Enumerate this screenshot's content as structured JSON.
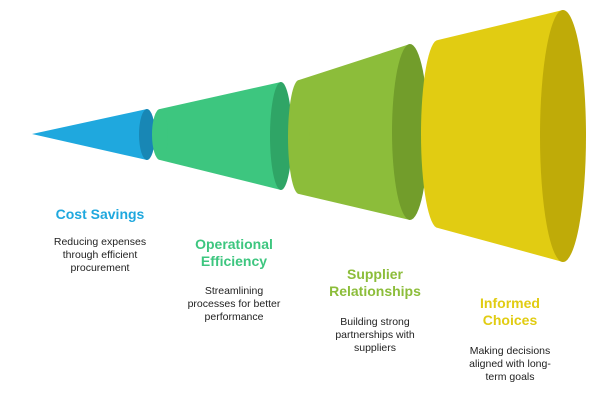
{
  "stages": [
    {
      "title_lines": [
        "Cost Savings"
      ],
      "desc_lines": [
        "Reducing expenses",
        "through efficient",
        "procurement"
      ],
      "color": "#1fa8de",
      "color_dark": "#1887b5"
    },
    {
      "title_lines": [
        "Operational",
        "Efficiency"
      ],
      "desc_lines": [
        "Streamlining",
        "processes for better",
        "performance"
      ],
      "color": "#3dc67f",
      "color_dark": "#2fa566"
    },
    {
      "title_lines": [
        "Supplier",
        "Relationships"
      ],
      "desc_lines": [
        "Building strong",
        "partnerships with",
        "suppliers"
      ],
      "color": "#8cbd3a",
      "color_dark": "#729d2b"
    },
    {
      "title_lines": [
        "Informed",
        "Choices"
      ],
      "desc_lines": [
        "Making decisions",
        "aligned with long-",
        "term goals"
      ],
      "color": "#e1cc12",
      "color_dark": "#bfab08"
    }
  ]
}
